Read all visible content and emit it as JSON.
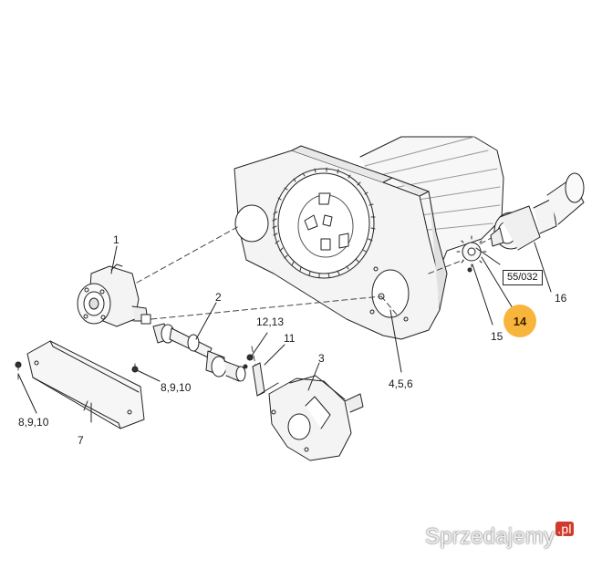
{
  "diagram": {
    "callouts": {
      "c1": "1",
      "c2": "2",
      "c3": "3",
      "c456": "4,5,6",
      "c7": "7",
      "c8910_left": "8,9,10",
      "c8910_right": "8,9,10",
      "c11": "11",
      "c1213": "12,13",
      "c15": "15",
      "c16": "16"
    },
    "ref_box": "55/032",
    "highlight": {
      "label": "14",
      "color": "#f8b53c"
    }
  },
  "watermark": {
    "text": "Sprzedajemy",
    "suffix": ".pl"
  }
}
